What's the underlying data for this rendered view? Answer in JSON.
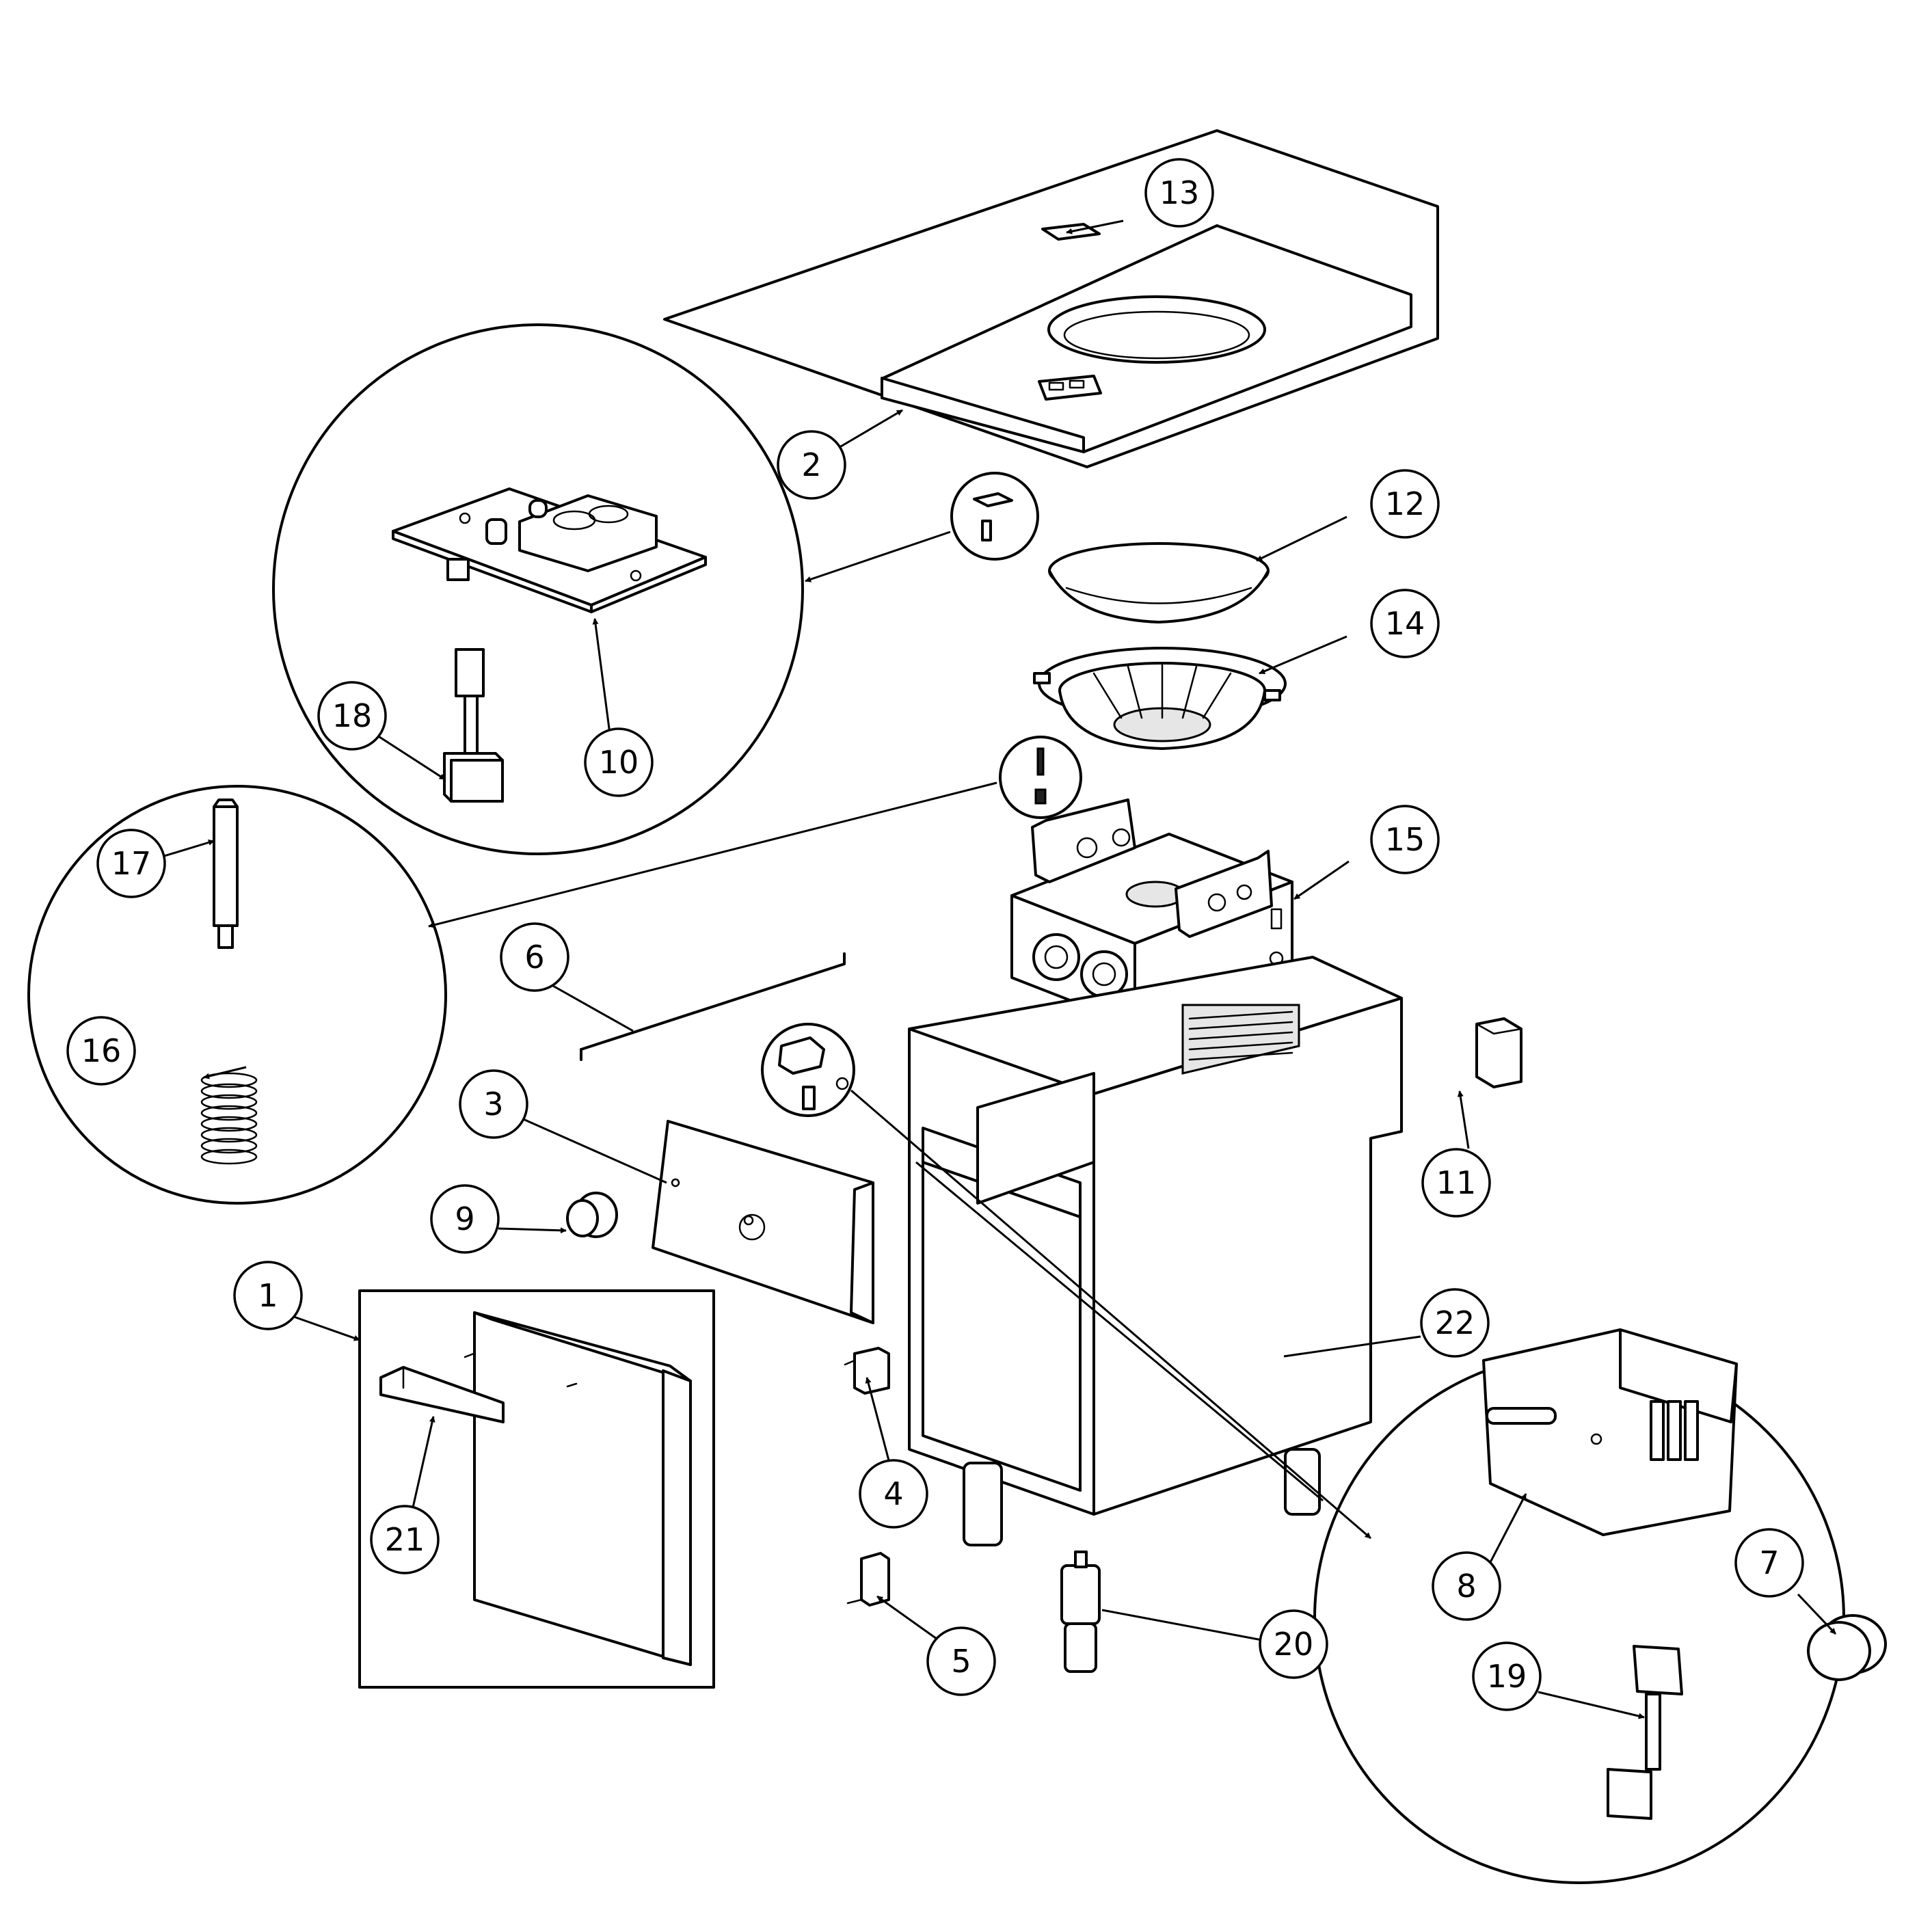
{
  "callouts": {
    "c1": "1",
    "c2": "2",
    "c3": "3",
    "c4": "4",
    "c5": "5",
    "c6": "6",
    "c7": "7",
    "c8": "8",
    "c9": "9",
    "c10": "10",
    "c11": "11",
    "c12": "12",
    "c13": "13",
    "c14": "14",
    "c15": "15",
    "c16": "16",
    "c17": "17",
    "c18": "18",
    "c19": "19",
    "c20": "20",
    "c21": "21",
    "c22": "22"
  },
  "icons": [
    "arrowhead",
    "detail-circle"
  ],
  "colors": {
    "line": "#000000",
    "background": "#ffffff"
  }
}
